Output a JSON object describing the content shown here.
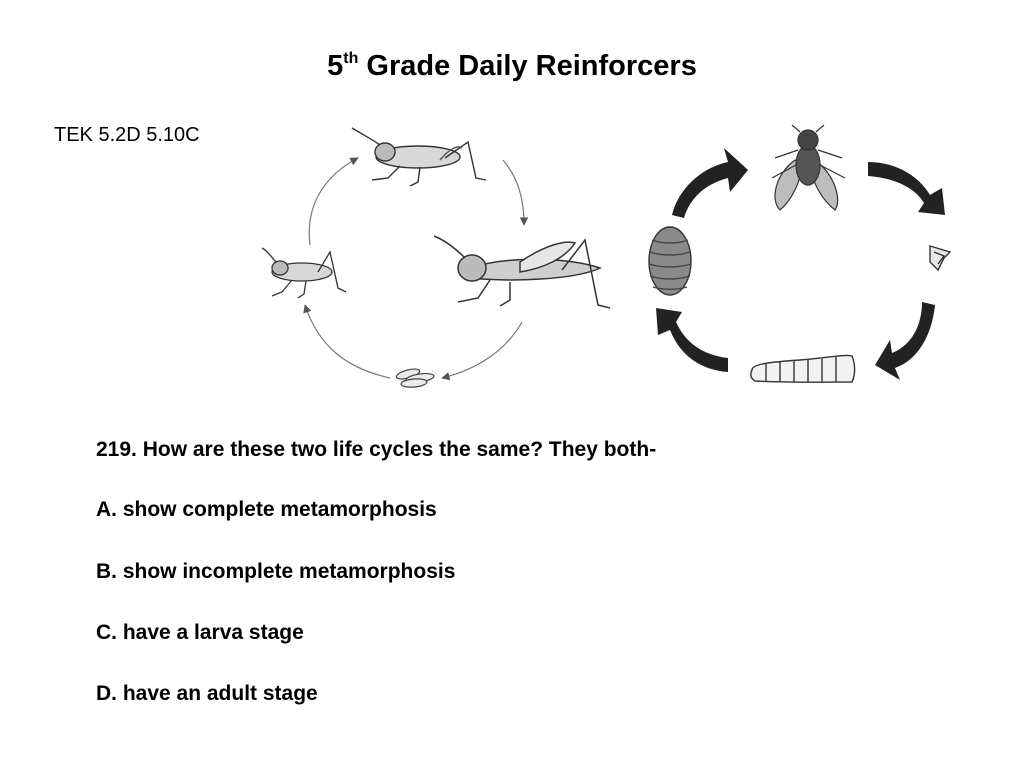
{
  "title": {
    "main": "5",
    "sup": "th",
    "rest": " Grade Daily Reinforcers"
  },
  "tek": "TEK 5.2D 5.10C",
  "question": {
    "text": "219. How are these two life cycles the same? They both-",
    "options": [
      {
        "label": "A. show complete metamorphosis"
      },
      {
        "label": "B. show incomplete metamorphosis"
      },
      {
        "label": "C. have a larva stage"
      },
      {
        "label": "D. have an adult stage"
      }
    ]
  },
  "diagrams": {
    "grasshopper_cycle": {
      "stages": [
        "egg-icon",
        "nymph-small-icon",
        "nymph-medium-icon",
        "adult-grasshopper-icon"
      ]
    },
    "fly_cycle": {
      "stages": [
        "egg-icon",
        "larva-icon",
        "pupa-icon",
        "adult-fly-icon"
      ],
      "arrow_color": "#222222"
    }
  }
}
